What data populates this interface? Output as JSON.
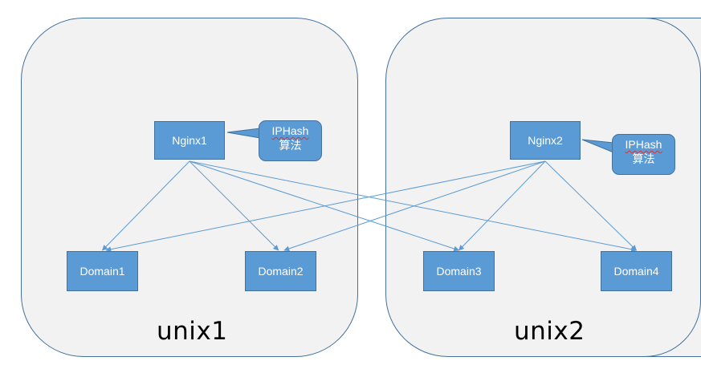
{
  "groups": [
    {
      "id": "g1",
      "label": "unix1"
    },
    {
      "id": "g2",
      "label": "unix2"
    }
  ],
  "nodes": {
    "nginx1": "Nginx1",
    "nginx2": "Nginx2",
    "domain1": "Domain1",
    "domain2": "Domain2",
    "domain3": "Domain3",
    "domain4": "Domain4"
  },
  "callouts": {
    "nginx1": {
      "line1": "IPHash",
      "line2": "算法"
    },
    "nginx2": {
      "line1": "IPHash",
      "line2": "算法"
    }
  },
  "edges": [
    [
      "nginx1",
      "domain1"
    ],
    [
      "nginx1",
      "domain2"
    ],
    [
      "nginx1",
      "domain3"
    ],
    [
      "nginx1",
      "domain4"
    ],
    [
      "nginx2",
      "domain1"
    ],
    [
      "nginx2",
      "domain2"
    ],
    [
      "nginx2",
      "domain3"
    ],
    [
      "nginx2",
      "domain4"
    ]
  ],
  "colors": {
    "node_fill": "#5b9bd5",
    "node_border": "#41719c",
    "group_fill": "#f2f2f2",
    "edge": "#5b9bd5"
  }
}
